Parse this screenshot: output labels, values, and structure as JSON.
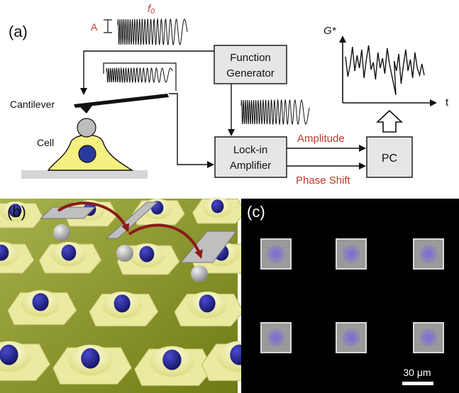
{
  "panel_a": {
    "panel_label": "(a)",
    "amplitude_label": "A",
    "frequency_label": "f₀",
    "function_generator": "Function Generator",
    "function_generator_line1": "Function",
    "function_generator_line2": "Generator",
    "lockin_line1": "Lock-in",
    "lockin_line2": "Amplifier",
    "pc_label": "PC",
    "cantilever_label": "Cantilever",
    "cell_label": "Cell",
    "amplitude_signal_label": "Amplitude",
    "phase_shift_label": "Phase Shift",
    "y_axis_label": "G*",
    "x_axis_label": "t",
    "accent_color": "#c0392b"
  },
  "panel_b": {
    "panel_label": "(b)",
    "cell_color": "#f2f2a0",
    "nucleus_color": "#23238f",
    "arrow_color": "#8b1a1a"
  },
  "panel_c": {
    "panel_label": "(c)",
    "scale_bar_label": "30 μm",
    "nucleus_color": "#6a5acd"
  }
}
